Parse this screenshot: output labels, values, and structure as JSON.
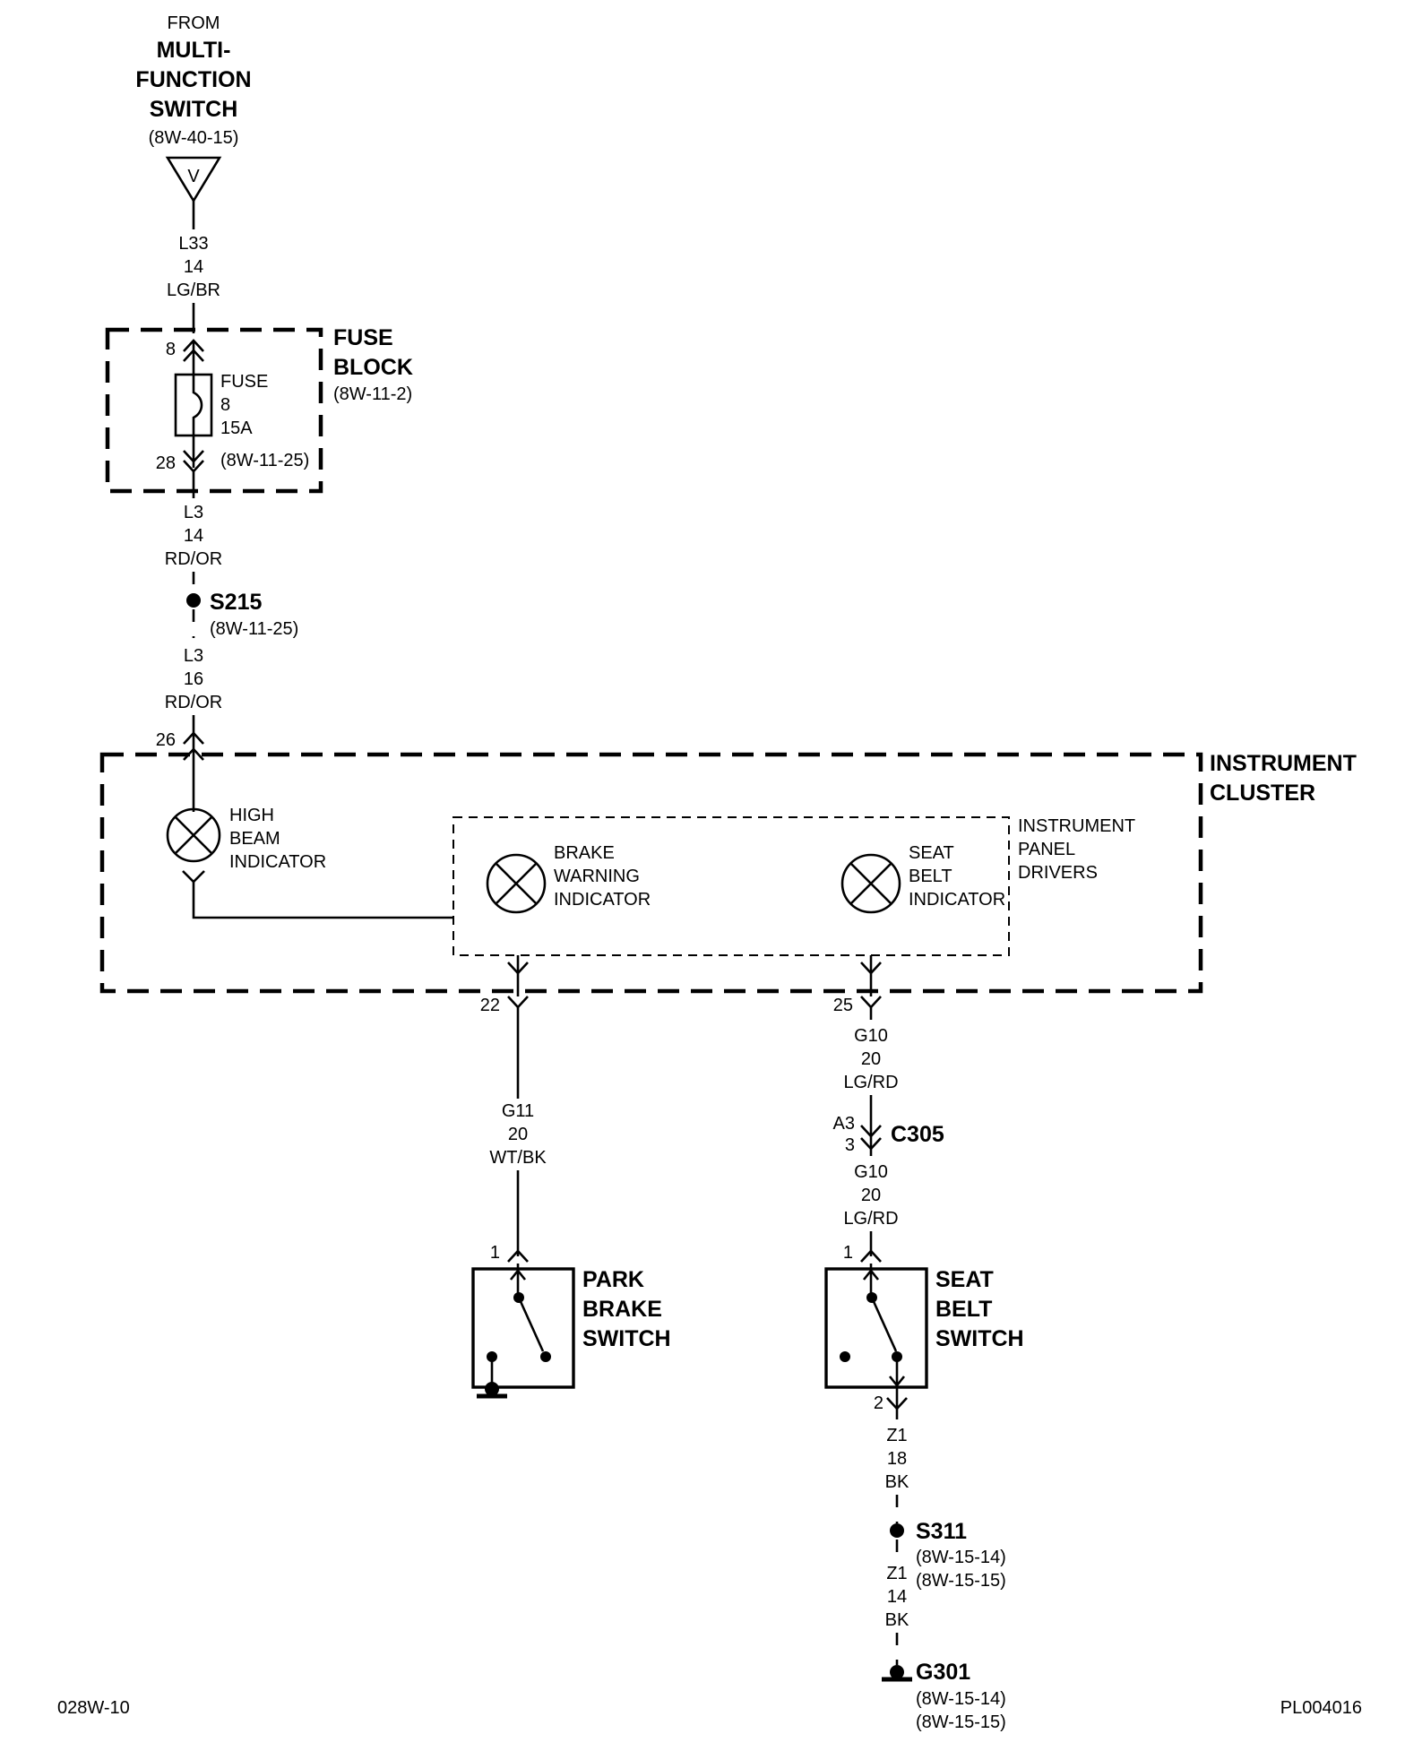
{
  "source": {
    "from": "FROM",
    "name1": "MULTI-",
    "name2": "FUNCTION",
    "name3": "SWITCH",
    "ref": "(8W-40-15)",
    "symbol": "V"
  },
  "wire_l33": {
    "circuit": "L33",
    "gauge": "14",
    "color": "LG/BR"
  },
  "fuse_block": {
    "title1": "FUSE",
    "title2": "BLOCK",
    "ref": "(8W-11-2)",
    "pin_in": "8",
    "pin_out": "28",
    "fuse_label": "FUSE",
    "fuse_num": "8",
    "fuse_rating": "15A",
    "fuse_ref": "(8W-11-25)"
  },
  "wire_l3_a": {
    "circuit": "L3",
    "gauge": "14",
    "color": "RD/OR"
  },
  "splice_s215": {
    "name": "S215",
    "ref": "(8W-11-25)"
  },
  "wire_l3_b": {
    "circuit": "L3",
    "gauge": "16",
    "color": "RD/OR"
  },
  "cluster": {
    "title1": "INSTRUMENT",
    "title2": "CLUSTER",
    "pin_in": "26",
    "high_beam": [
      "HIGH",
      "BEAM",
      "INDICATOR"
    ],
    "drivers": [
      "INSTRUMENT",
      "PANEL",
      "DRIVERS"
    ],
    "brake_warn": [
      "BRAKE",
      "WARNING",
      "INDICATOR"
    ],
    "seat_belt": [
      "SEAT",
      "BELT",
      "INDICATOR"
    ],
    "pin_brake": "22",
    "pin_seat": "25"
  },
  "wire_g11": {
    "circuit": "G11",
    "gauge": "20",
    "color": "WT/BK"
  },
  "wire_g10_a": {
    "circuit": "G10",
    "gauge": "20",
    "color": "LG/RD"
  },
  "connector_c305": {
    "name": "C305",
    "pin_top": "A3",
    "pin_bottom": "3"
  },
  "wire_g10_b": {
    "circuit": "G10",
    "gauge": "20",
    "color": "LG/RD"
  },
  "park_brake_switch": {
    "line1": "PARK",
    "line2": "BRAKE",
    "line3": "SWITCH",
    "pin": "1"
  },
  "seat_belt_switch": {
    "line1": "SEAT",
    "line2": "BELT",
    "line3": "SWITCH",
    "pin_top": "1",
    "pin_bottom": "2"
  },
  "wire_z1_a": {
    "circuit": "Z1",
    "gauge": "18",
    "color": "BK"
  },
  "splice_s311": {
    "name": "S311",
    "ref1": "(8W-15-14)",
    "ref2": "(8W-15-15)"
  },
  "wire_z1_b": {
    "circuit": "Z1",
    "gauge": "14",
    "color": "BK"
  },
  "ground_g301": {
    "name": "G301",
    "ref1": "(8W-15-14)",
    "ref2": "(8W-15-15)"
  },
  "footer": {
    "left": "028W-10",
    "right": "PL004016"
  }
}
